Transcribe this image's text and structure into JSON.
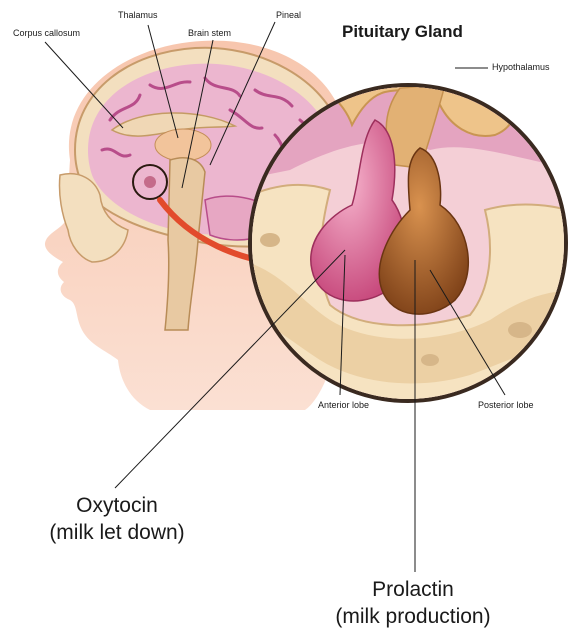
{
  "labels": {
    "corpus_callosum": "Corpus callosum",
    "thalamus": "Thalamus",
    "brain_stem": "Brain stem",
    "pineal": "Pineal",
    "pituitary_gland": "Pituitary Gland",
    "hypothalamus": "Hypothalamus",
    "anterior_lobe": "Anterior lobe",
    "posterior_lobe": "Posterior lobe"
  },
  "hormones": {
    "oxytocin": {
      "name": "Oxytocin",
      "description": "(milk let down)"
    },
    "prolactin": {
      "name": "Prolactin",
      "description": "(milk production)"
    }
  },
  "colors": {
    "skin": "#f6c0a8",
    "skin_dark": "#e9a080",
    "brain": "#ecb6cf",
    "brain_fold": "#b84d8a",
    "bone": "#f3dfbf",
    "bone_dark": "#d7b88a",
    "anterior_lobe": "#d96b97",
    "posterior_lobe": "#a8602c",
    "arrow": "#e24b2c",
    "callout_ring": "#3a2a20"
  }
}
